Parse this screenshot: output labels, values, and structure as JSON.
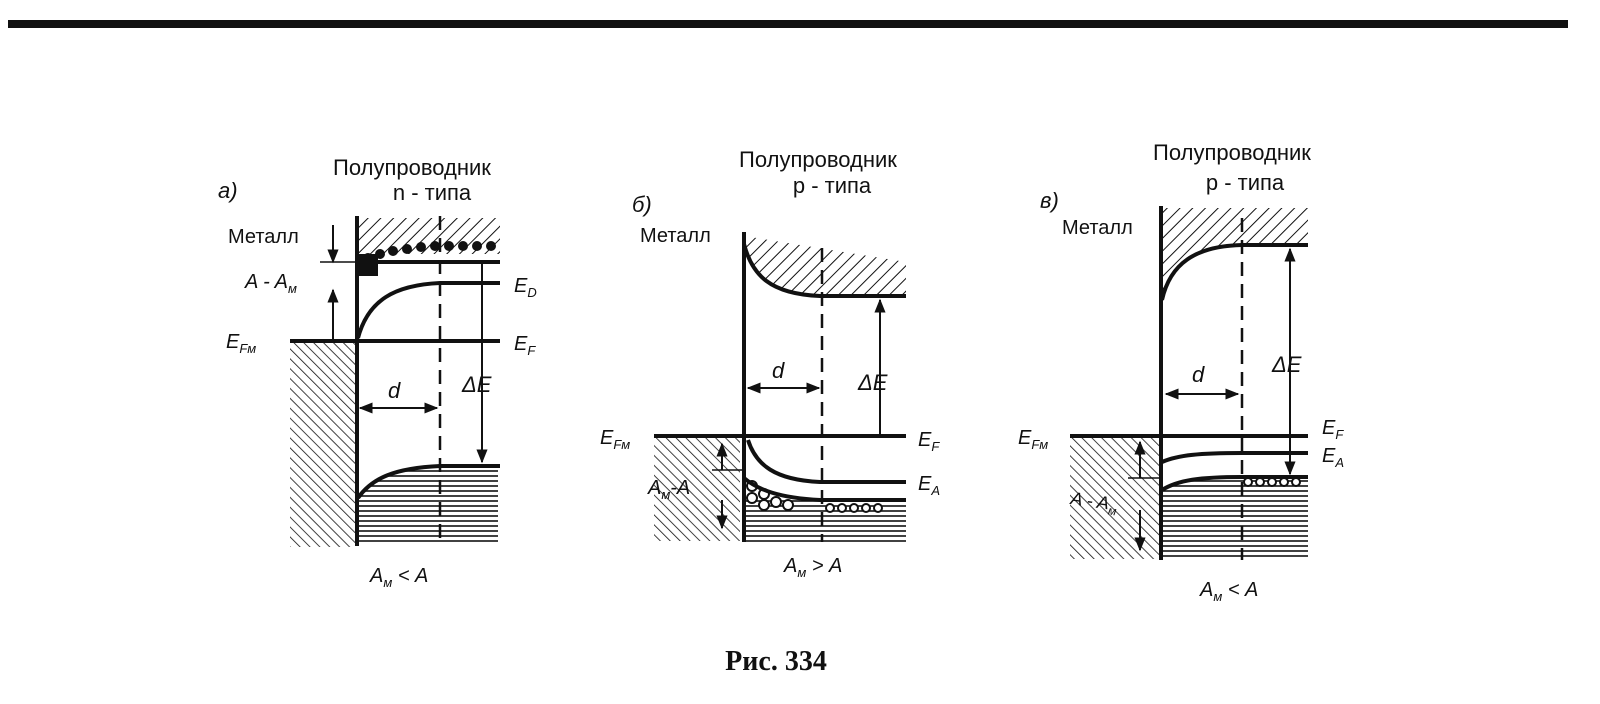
{
  "caption": "Рис. 334",
  "panels": [
    {
      "id": "a",
      "letter": "а)",
      "title_line1": "Полупроводник",
      "title_line2": "n - типа",
      "metal": "Металл",
      "diff_label": "A - A",
      "diff_sub": "м",
      "efm_main": "E",
      "efm_sub": "Fм",
      "e_d_main": "E",
      "e_d_sub": "D",
      "e_f_main": "E",
      "e_f_sub": "F",
      "d": "d",
      "delta_e": "ΔE",
      "condition_main": "A",
      "condition_sub": "м",
      "condition_rest": " < A"
    },
    {
      "id": "b",
      "letter": "б)",
      "title_line1": "Полупроводник",
      "title_line2": "p - типа",
      "metal": "Металл",
      "efm_main": "E",
      "efm_sub": "Fм",
      "e_f_main": "E",
      "e_f_sub": "F",
      "e_a_main": "E",
      "e_a_sub": "A",
      "d": "d",
      "delta_e": "ΔE",
      "diff_main": "A",
      "diff_sub": "м",
      "diff_rest": "-A",
      "condition_main": "A",
      "condition_sub": "м",
      "condition_rest": " > A"
    },
    {
      "id": "c",
      "letter": "в)",
      "title_line1": "Полупроводник",
      "title_line2": "p - типа",
      "metal": "Металл",
      "efm_main": "E",
      "efm_sub": "Fм",
      "e_f_main": "E",
      "e_f_sub": "F",
      "e_a_main": "E",
      "e_a_sub": "A",
      "d": "d",
      "delta_e": "ΔE",
      "diff_label": "A - A",
      "diff_sub": "м",
      "condition_main": "A",
      "condition_sub": "м",
      "condition_rest": " < A"
    }
  ]
}
